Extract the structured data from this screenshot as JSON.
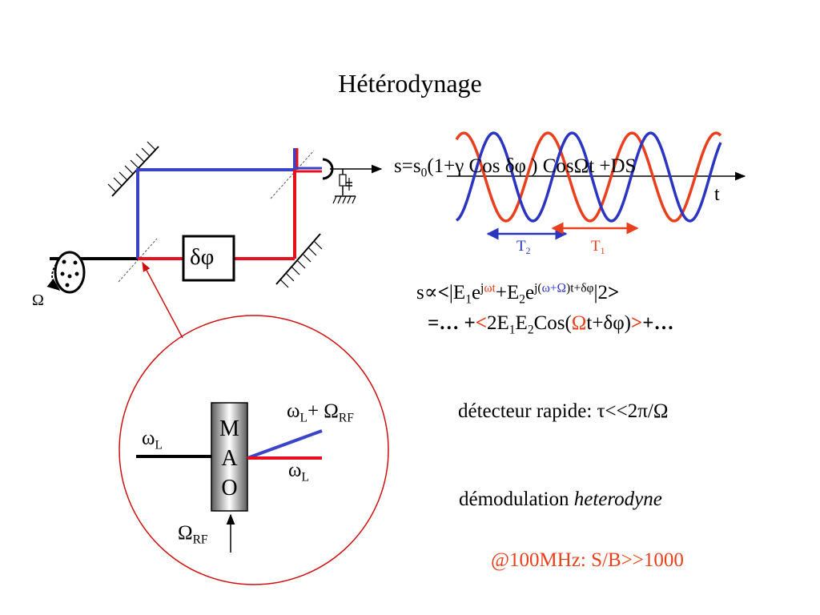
{
  "title": "Hétérodynage",
  "setup": {
    "phase_box": "δφ",
    "rotation_label": "Ω"
  },
  "wave": {
    "signal_eq": {
      "pre": "s=s",
      "sub0": "0",
      "post": "(1+γ Cos δφ ) CosΩt +DS"
    },
    "time_axis": "t",
    "period2": {
      "base": "T",
      "sub": "2"
    },
    "period1": {
      "base": "T",
      "sub": "1"
    },
    "colors": {
      "blue": "#2b35c0",
      "red": "#e8401c"
    }
  },
  "formula1": {
    "s": "s∝",
    "lt": "<",
    "abs_E": "|E",
    "sub1": "1",
    "e1": "e",
    "j1": "j",
    "omega_t": "ωt",
    "plus_E2": "+E",
    "sub2": "2",
    "e2": "e",
    "j2": "j(",
    "omega_plus_Omega": "ω+Ω",
    "tail": ")t+δφ",
    "abs_sq": "|2",
    "gt": ">"
  },
  "formula2": {
    "eq_dots": "=… +",
    "lt": "<",
    "two_E": "2E",
    "sub1": "1",
    "E": "E",
    "sub2": "2",
    "cos": "Cos(",
    "Omega": "Ω",
    "rest": "t+δφ)",
    "gt": ">",
    "plus_dots": "+…"
  },
  "notes": {
    "detector": "détecteur rapide: τ<<2π/Ω",
    "demod_prefix": "démodulation ",
    "demod_italic": "heterodyne",
    "snr": "@100MHz: S/B>>1000"
  },
  "inset": {
    "mao": [
      "M",
      "A",
      "O"
    ],
    "omega_in": {
      "base": "ω",
      "sub": "L"
    },
    "omega_up": {
      "base": "ω",
      "sub": "L",
      "plus": "+ Ω",
      "sub2": "RF"
    },
    "omega_out": {
      "base": "ω",
      "sub": "L"
    },
    "omega_rf": {
      "base": "Ω",
      "sub": "RF"
    }
  }
}
